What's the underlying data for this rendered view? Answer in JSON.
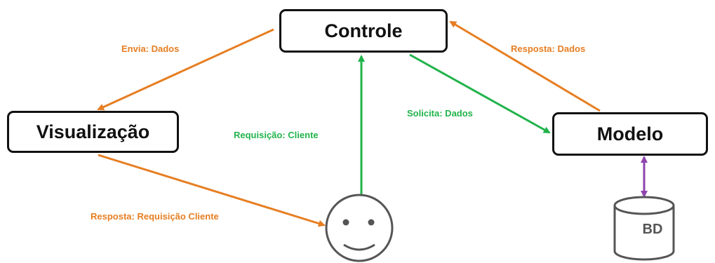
{
  "nodes": {
    "controle": "Controle",
    "visualizacao": "Visualização",
    "modelo": "Modelo",
    "database": "BD"
  },
  "edges": {
    "envia_dados": "Envia: Dados",
    "resposta_dados": "Resposta: Dados",
    "solicita_dados": "Solicita: Dados",
    "requisicao_cliente": "Requisição: Cliente",
    "resposta_requisicao_cliente": "Resposta: Requisição Cliente"
  },
  "colors": {
    "response": "#e67e22",
    "request": "#21b34b",
    "database_link": "#8e44ad",
    "node_border": "#111111",
    "database_stroke": "#555555"
  },
  "icons": {
    "user": "smiley-face-icon",
    "database": "database-cylinder-icon"
  }
}
